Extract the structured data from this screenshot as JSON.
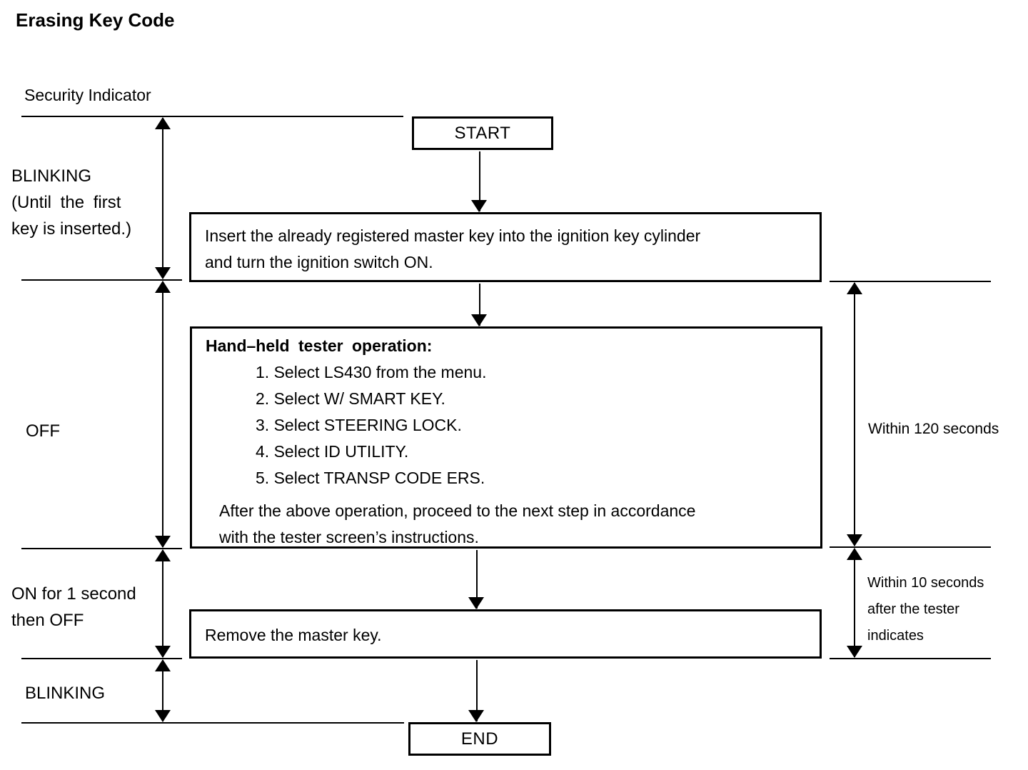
{
  "title": "Erasing Key Code",
  "security_indicator_label": "Security Indicator",
  "timeline_left": {
    "blinking_until": {
      "line1": "BLINKING",
      "line2": "(Until the first",
      "line3": "key is inserted.)"
    },
    "off": "OFF",
    "on_then_off": {
      "line1": "ON for 1 second",
      "line2": "then OFF"
    },
    "blinking": "BLINKING"
  },
  "flow": {
    "start_label": "START",
    "insert_key_step": {
      "line1": "Insert the already registered master key into the ignition key cylinder",
      "line2": "and turn the ignition switch ON."
    },
    "tester_step": {
      "heading": "Hand–held tester operation:",
      "steps": [
        "1. Select LS430 from the menu.",
        "2. Select W/ SMART KEY.",
        "3. Select STEERING LOCK.",
        "4. Select ID UTILITY.",
        "5. Select TRANSP CODE ERS."
      ],
      "footer_line1": "After the above operation, proceed to the next step in accordance",
      "footer_line2": "with the tester screen’s instructions."
    },
    "remove_key_step": "Remove the master key.",
    "end_label": "END"
  },
  "timeline_right": {
    "within_120_seconds": "Within 120 seconds",
    "within_10_seconds": {
      "line1": "Within 10 seconds",
      "line2": "after the tester",
      "line3": "indicates"
    }
  },
  "colors": {
    "ink": "#000000",
    "background": "#ffffff"
  }
}
